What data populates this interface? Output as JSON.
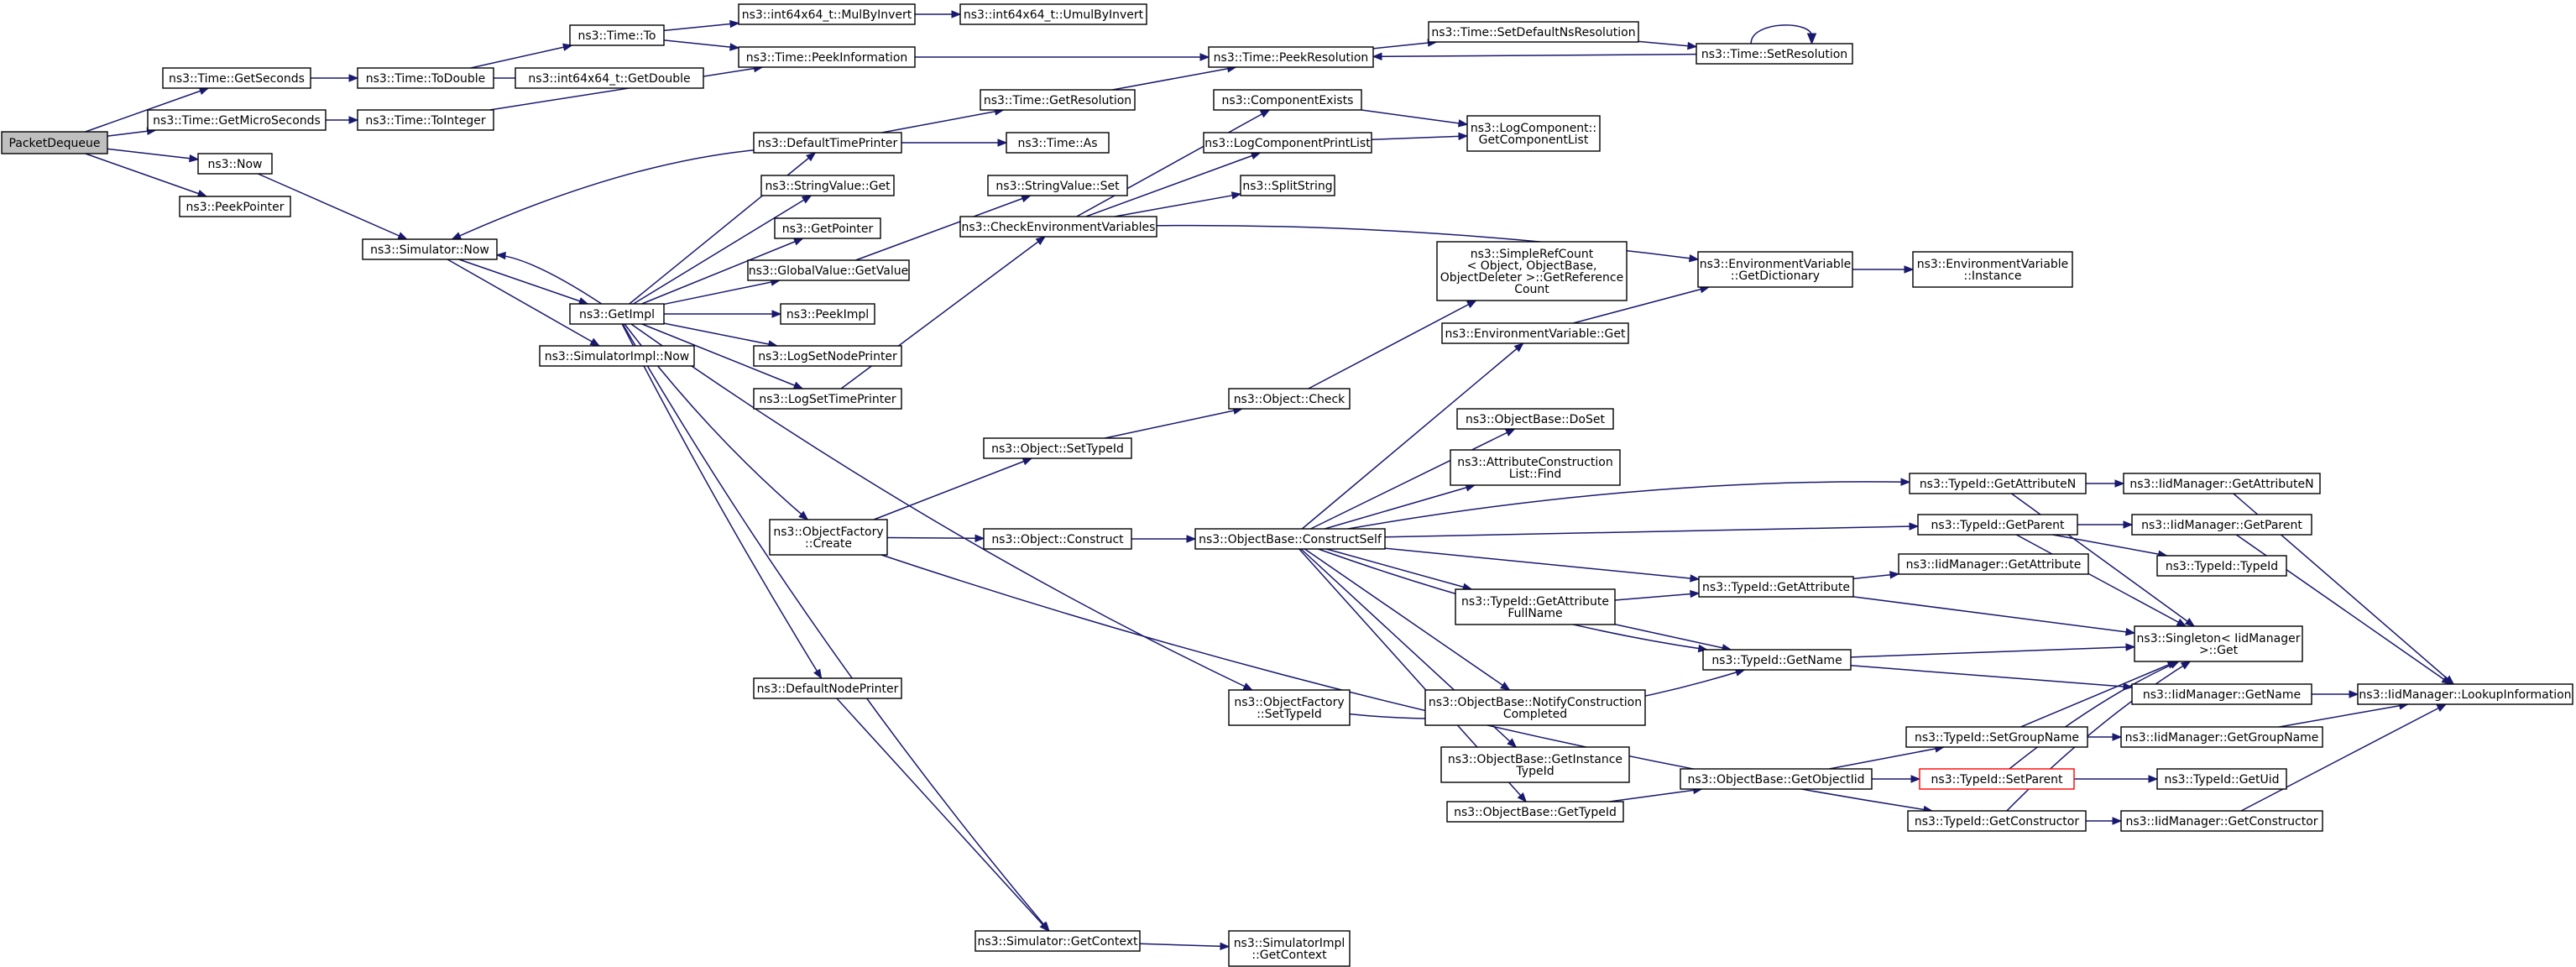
{
  "graph": {
    "nodes": {
      "packet_dequeue": "PacketDequeue",
      "time_get_seconds": "ns3::Time::GetSeconds",
      "time_get_micro_seconds": "ns3::Time::GetMicroSeconds",
      "now": "ns3::Now",
      "peek_pointer": "ns3::PeekPointer",
      "time_to_double": "ns3::Time::ToDouble",
      "time_to_integer": "ns3::Time::ToInteger",
      "time_to": "ns3::Time::To",
      "time_peek_information": "ns3::Time::PeekInformation",
      "int64x64_get_double": "ns3::int64x64_t::GetDouble",
      "int64x64_mul_by_invert": "ns3::int64x64_t::MulByInvert",
      "int64x64_umul_by_invert": "ns3::int64x64_t::UmulByInvert",
      "time_peek_resolution": "ns3::Time::PeekResolution",
      "time_set_default_ns_resolution": "ns3::Time::SetDefaultNsResolution",
      "time_set_resolution": "ns3::Time::SetResolution",
      "time_get_resolution": "ns3::Time::GetResolution",
      "time_as": "ns3::Time::As",
      "simulator_now": "ns3::Simulator::Now",
      "simulator_impl_now": "ns3::SimulatorImpl::Now",
      "get_impl": "ns3::GetImpl",
      "default_time_printer": "ns3::DefaultTimePrinter",
      "string_value_get": "ns3::StringValue::Get",
      "get_pointer": "ns3::GetPointer",
      "global_value_get_value": "ns3::GlobalValue::GetValue",
      "peek_impl": "ns3::PeekImpl",
      "log_set_node_printer": "ns3::LogSetNodePrinter",
      "log_set_time_printer": "ns3::LogSetTimePrinter",
      "object_factory_create": [
        "ns3::ObjectFactory",
        "::Create"
      ],
      "default_node_printer": "ns3::DefaultNodePrinter",
      "simulator_get_context": "ns3::Simulator::GetContext",
      "simulator_impl_get_context": [
        "ns3::SimulatorImpl",
        "::GetContext"
      ],
      "string_value_set": "ns3::StringValue::Set",
      "check_environment_variables": "ns3::CheckEnvironmentVariables",
      "component_exists": "ns3::ComponentExists",
      "log_component_print_list": "ns3::LogComponentPrintList",
      "split_string": "ns3::SplitString",
      "log_component_get_component_list": [
        "ns3::LogComponent::",
        "GetComponentList"
      ],
      "environment_variable_get_dictionary": [
        "ns3::EnvironmentVariable",
        "::GetDictionary"
      ],
      "environment_variable_instance": [
        "ns3::EnvironmentVariable",
        "::Instance"
      ],
      "simple_ref_count_get_reference_count": [
        "ns3::SimpleRefCount",
        "< Object, ObjectBase,",
        "ObjectDeleter >::GetReference",
        "Count"
      ],
      "environment_variable_get": "ns3::EnvironmentVariable::Get",
      "object_check": "ns3::Object::Check",
      "object_set_type_id": "ns3::Object::SetTypeId",
      "object_construct": "ns3::Object::Construct",
      "object_base_construct_self": "ns3::ObjectBase::ConstructSelf",
      "object_factory_set_type_id": [
        "ns3::ObjectFactory",
        "::SetTypeId"
      ],
      "object_base_do_set": "ns3::ObjectBase::DoSet",
      "attribute_construction_list_find": [
        "ns3::AttributeConstruction",
        "List::Find"
      ],
      "type_id_get_attribute_full_name": [
        "ns3::TypeId::GetAttribute",
        "FullName"
      ],
      "object_base_notify_construction_completed": [
        "ns3::ObjectBase::NotifyConstruction",
        "Completed"
      ],
      "object_base_get_instance_type_id": [
        "ns3::ObjectBase::GetInstance",
        "TypeId"
      ],
      "object_base_get_type_id": "ns3::ObjectBase::GetTypeId",
      "type_id_get_attribute": "ns3::TypeId::GetAttribute",
      "type_id_get_name": "ns3::TypeId::GetName",
      "object_base_get_object_iid": "ns3::ObjectBase::GetObjectIid",
      "type_id_get_attribute_n": "ns3::TypeId::GetAttributeN",
      "type_id_get_parent": "ns3::TypeId::GetParent",
      "type_id_set_group_name": "ns3::TypeId::SetGroupName",
      "type_id_set_parent": "ns3::TypeId::SetParent",
      "type_id_get_constructor": "ns3::TypeId::GetConstructor",
      "iid_manager_get_attribute_n": "ns3::IidManager::GetAttributeN",
      "iid_manager_get_parent": "ns3::IidManager::GetParent",
      "type_id_type_id": "ns3::TypeId::TypeId",
      "iid_manager_get_attribute": "ns3::IidManager::GetAttribute",
      "singleton_iid_manager_get": [
        "ns3::Singleton< IidManager",
        ">::Get"
      ],
      "iid_manager_get_name": "ns3::IidManager::GetName",
      "iid_manager_get_group_name": "ns3::IidManager::GetGroupName",
      "type_id_get_uid": "ns3::TypeId::GetUid",
      "iid_manager_get_constructor": "ns3::IidManager::GetConstructor",
      "iid_manager_lookup_information": "ns3::IidManager::LookupInformation"
    },
    "colors": {
      "edge": "#191970",
      "root_fill": "#bfbfbf",
      "highlight_border": "#ff0000"
    }
  }
}
